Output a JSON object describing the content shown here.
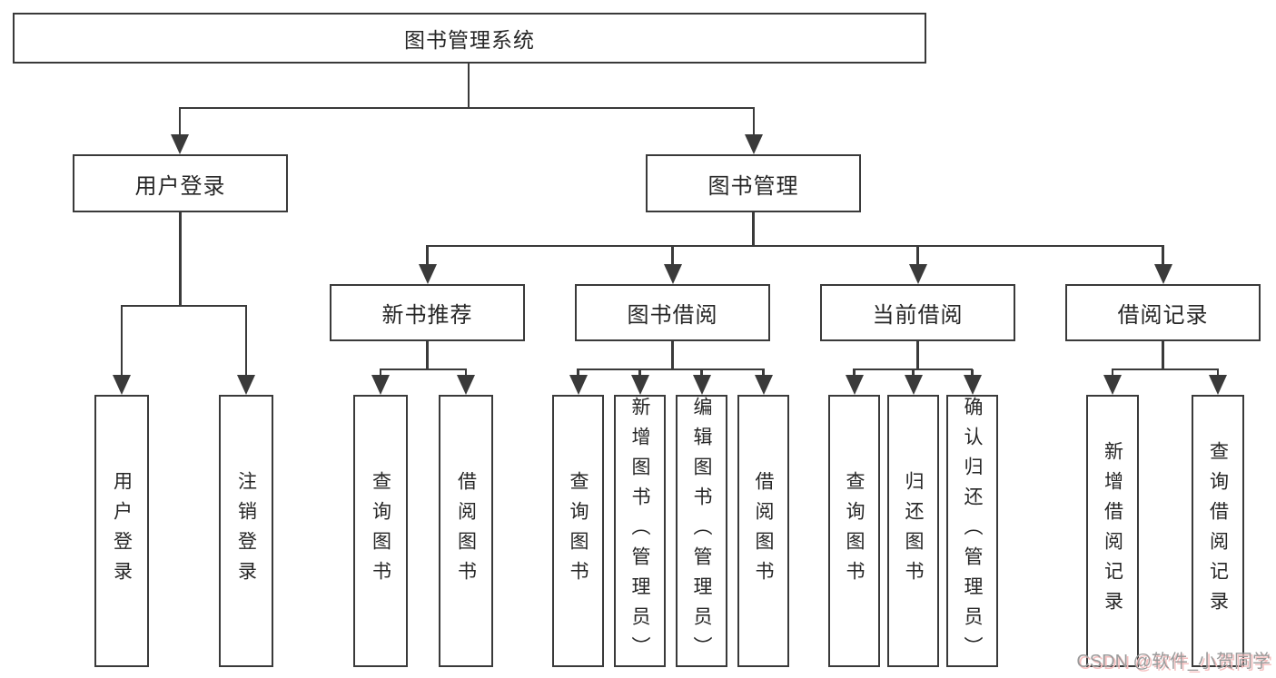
{
  "root": {
    "label": "图书管理系统"
  },
  "branches": [
    {
      "label": "用户登录",
      "leaves": [
        {
          "label": "用户登录"
        },
        {
          "label": "注销登录"
        }
      ]
    },
    {
      "label": "图书管理",
      "groups": [
        {
          "label": "新书推荐",
          "leaves": [
            {
              "label": "查询图书"
            },
            {
              "label": "借阅图书"
            }
          ]
        },
        {
          "label": "图书借阅",
          "leaves": [
            {
              "label": "查询图书"
            },
            {
              "label": "新增图书（管理员）"
            },
            {
              "label": "编辑图书（管理员）"
            },
            {
              "label": "借阅图书"
            }
          ]
        },
        {
          "label": "当前借阅",
          "leaves": [
            {
              "label": "查询图书"
            },
            {
              "label": "归还图书"
            },
            {
              "label": "确认归还（管理员）"
            }
          ]
        },
        {
          "label": "借阅记录",
          "leaves": [
            {
              "label": "新增借阅记录"
            },
            {
              "label": "查询借阅记录"
            }
          ]
        }
      ]
    }
  ],
  "watermark": {
    "text": "CSDN @软件_小贺同学"
  },
  "colors": {
    "line": "#3a3a3a",
    "box_border": "#3a3a3a",
    "box_fill": "#ffffff",
    "text": "#262626",
    "watermark_gray": "#9a9a9a",
    "watermark_pink": "#f5c0c0"
  }
}
